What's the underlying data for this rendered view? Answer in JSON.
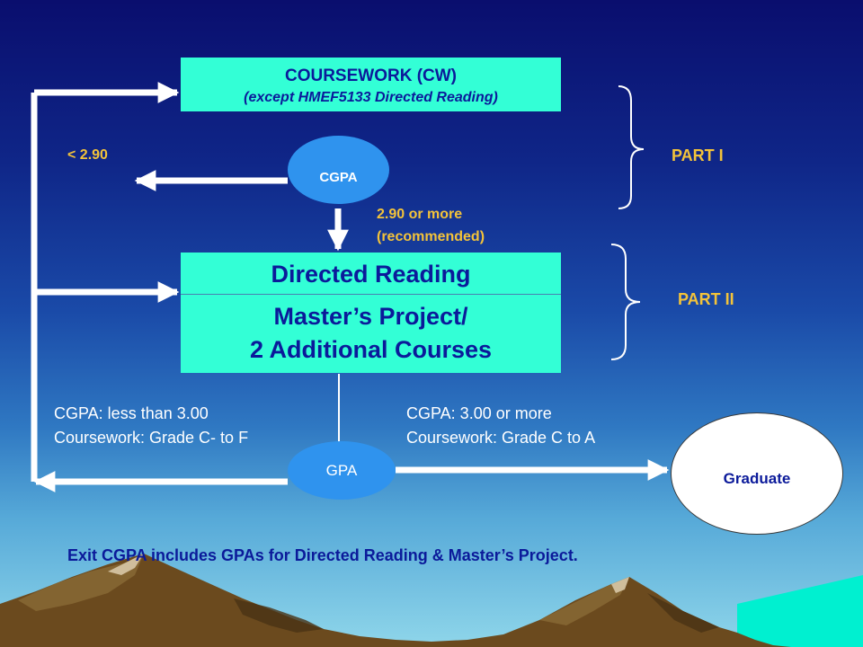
{
  "diagram": {
    "coursework": {
      "title": "COURSEWORK (CW)",
      "subtitle": "(except HMEF5133 Directed Reading)"
    },
    "cgpa_decision": {
      "label": "CGPA",
      "fail_label": "< 2.90",
      "pass_label_line1": "2.90 or more",
      "pass_label_line2": "(recommended)"
    },
    "part_one_label": "PART  I",
    "part_two_label": "PART II",
    "stage_two": {
      "line1": "Directed Reading",
      "line2": "Master’s Project/",
      "line3": "2 Additional Courses"
    },
    "gpa_decision": {
      "label": "GPA",
      "fail_line1": "CGPA: less than 3.00",
      "fail_line2": "Coursework: Grade C- to F",
      "pass_line1": "CGPA: 3.00 or more",
      "pass_line2": "Coursework: Grade C to A"
    },
    "graduate_label": "Graduate",
    "footer_note": "Exit CGPA includes GPAs for Directed Reading & Master’s Project."
  },
  "colors": {
    "box_fill": "#33ffd6",
    "box_text": "#0b1a9a",
    "oval_fill": "#2f93ee",
    "label_yellow": "#f3c33a",
    "arrow_white": "#ffffff",
    "mountain_brown": "#6b4a1e",
    "sea": "#00f0d0"
  }
}
